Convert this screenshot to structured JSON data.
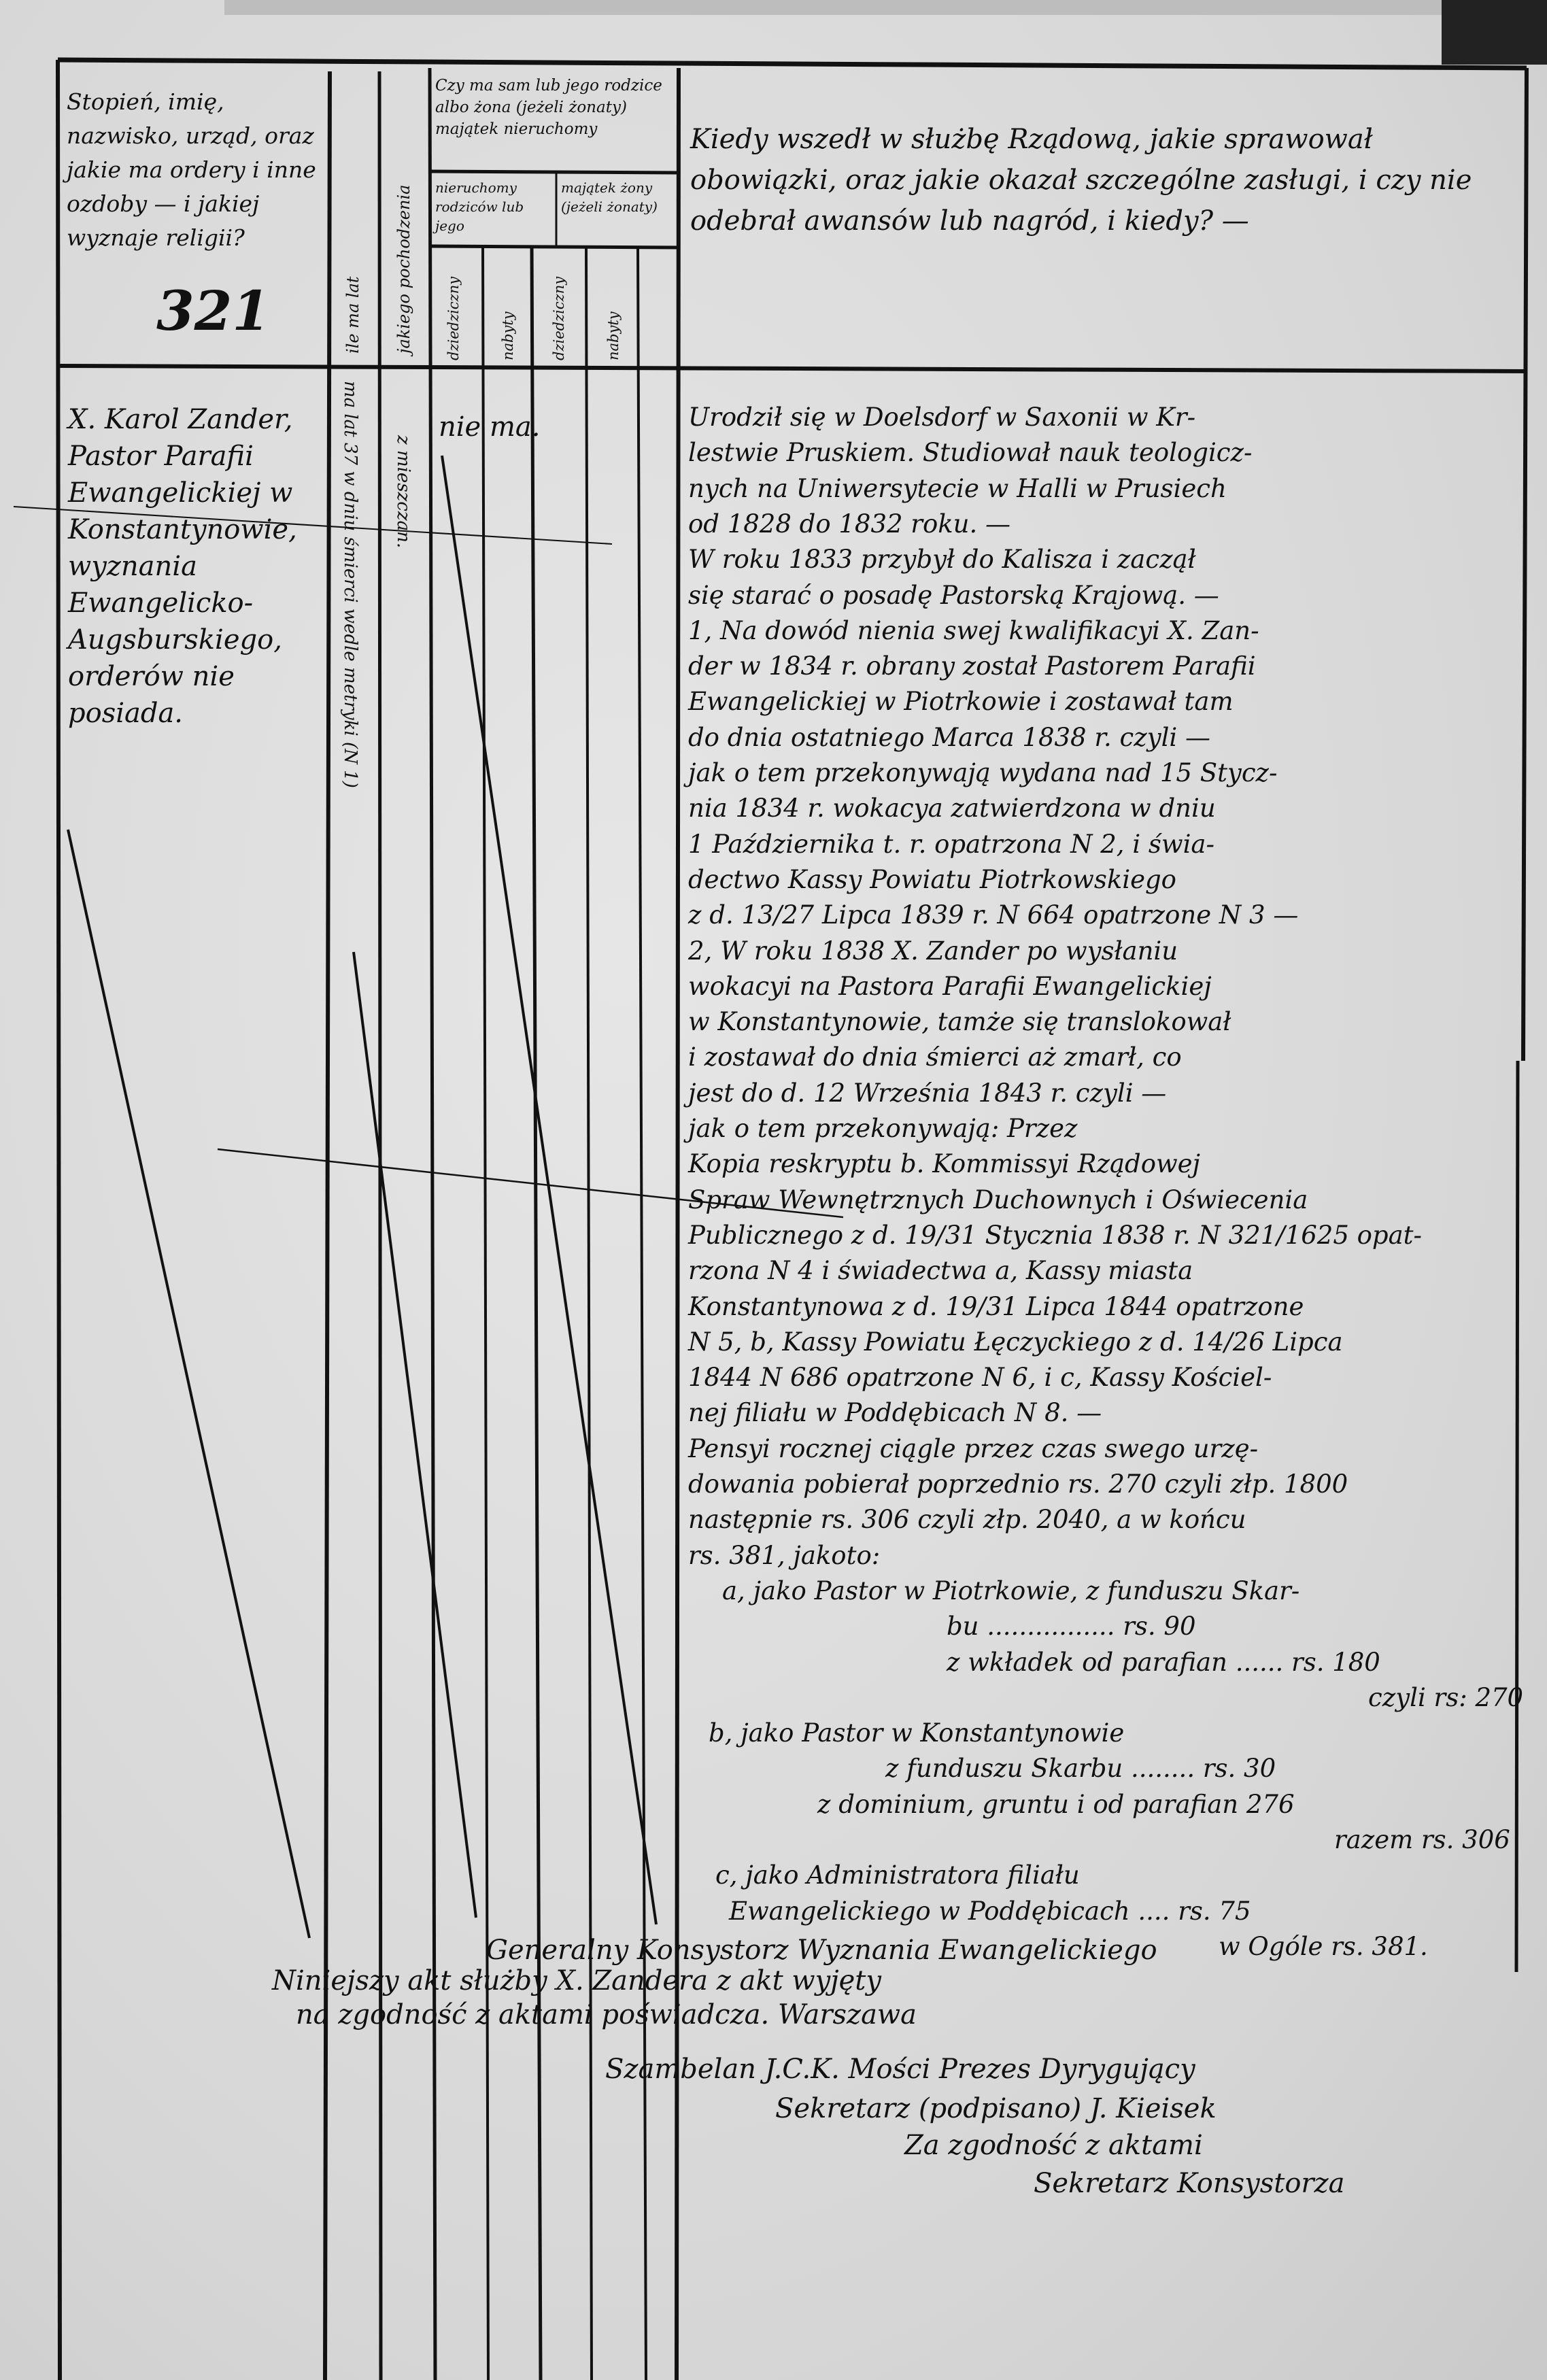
{
  "header": {
    "left_column": "Stopień, imię, nazwisko, urząd, oraz jakie ma ordery i inne ozdoby — i jakiej wyznaje religii?",
    "page_number": "321",
    "age_column": "ile ma lat",
    "origin_column": "jakiego pochodzenia",
    "property_group": "Czy ma sam lub jego rodzice albo żona (jeżeli żonaty) majątek nieruchomy",
    "property_sub": [
      "nieruchomy rodziców lub jego",
      "majątek żony (jeżeli żonaty)"
    ],
    "property_cols": [
      "dziedziczny",
      "nabyty",
      "dziedziczny",
      "nabyty"
    ],
    "service_column": "Kiedy wszedł w służbę Rządową, jakie sprawował obowiązki, oraz jakie okazał szczególne zasługi, i czy nie odebrał awansów lub nagród, i kiedy? —"
  },
  "entry": {
    "name": "X. Karol Zander, Pastor Parafii Ewangelickiej w Konstantynowie, wyznania Ewangelicko-Augsburskiego, orderów nie posiada.",
    "age": "ma lat 37 w dniu śmierci wedle metryki (N 1)",
    "origin": "z mieszczan.",
    "property": "nie ma."
  },
  "main": {
    "lines": [
      "Urodził się w Doelsdorf w Saxonii w Kr-",
      "lestwie Pruskiem. Studiował nauk teologicz-",
      "nych na Uniwersytecie w Halli w Prusiech",
      "od 1828 do 1832 roku. —",
      "W roku 1833 przybył do Kalisza i zaczął",
      "się starać o posadę Pastorską Krajową. —",
      "1, Na dowód nienia swej kwalifikacyi X. Zan-",
      "der w 1834 r. obrany został Pastorem Parafii",
      "Ewangelickiej w Piotrkowie i zostawał tam",
      "do dnia ostatniego Marca 1838 r. czyli —",
      "jak o tem przekonywają wydana nad 15 Stycz-",
      "nia 1834 r. wokacya zatwierdzona w dniu",
      "1 Października t. r. opatrzona N 2, i świa-",
      "dectwo Kassy Powiatu Piotrkowskiego",
      "z d. 13/27 Lipca 1839 r. N 664 opatrzone N 3 —",
      "2, W roku 1838 X. Zander po wysłaniu",
      "wokacyi na Pastora Parafii Ewangelickiej",
      "w Konstantynowie, tamże się translokował",
      "i zostawał do dnia śmierci aż zmarł, co",
      "jest do d. 12 Września 1843 r. czyli —",
      "jak o tem przekonywają:                 Przez",
      "Kopia reskryptu b. Kommissyi Rządowej",
      "Spraw Wewnętrznych Duchownych i Oświecenia",
      "Publicznego z d. 19/31 Stycznia 1838 r. N 321/1625 opat-",
      "rzona N 4 i świadectwa a, Kassy miasta",
      "Konstantynowa z d. 19/31 Lipca 1844 opatrzone",
      "N 5, b, Kassy Powiatu Łęczyckiego z d. 14/26 Lipca",
      "1844 N 686 opatrzone N 6, i c, Kassy Kościel-",
      "nej filiału w Poddębicach N 8. —",
      "Pensyi rocznej ciągle przez czas swego urzę-",
      "dowania pobierał poprzednio rs. 270 czyli złp. 1800",
      "następnie rs. 306 czyli złp. 2040, a w końcu",
      "rs. 381, jakoto:",
      "a, jako Pastor w Piotrkowie, z funduszu Skar-",
      "bu ................ rs. 90",
      "z wkładek od parafian ...... rs. 180",
      "czyli rs: 270",
      "b, jako Pastor w Konstantynowie",
      "z funduszu Skarbu ........ rs. 30",
      "z dominium, gruntu i od parafian 276",
      "razem rs. 306",
      "c, jako Administratora filiału",
      "Ewangelickiego w Poddębicach .... rs. 75",
      "w Ogóle rs. 381."
    ]
  },
  "certification": {
    "lines": [
      "Generalny Konsystorz Wyznania Ewangelickiego",
      "Niniejszy akt służby X. Zandera z akt wyjęty",
      "na zgodność z aktami poświadcza. Warszawa",
      "Szambelan J.C.K. Mości Prezes Dyrygujący",
      "Sekretarz (podpisano) J. Kieisek",
      "Za zgodność z aktami",
      "Sekretarz Konsystorza"
    ]
  },
  "colors": {
    "ink": "#111111",
    "paper": "#dcdcdc"
  }
}
